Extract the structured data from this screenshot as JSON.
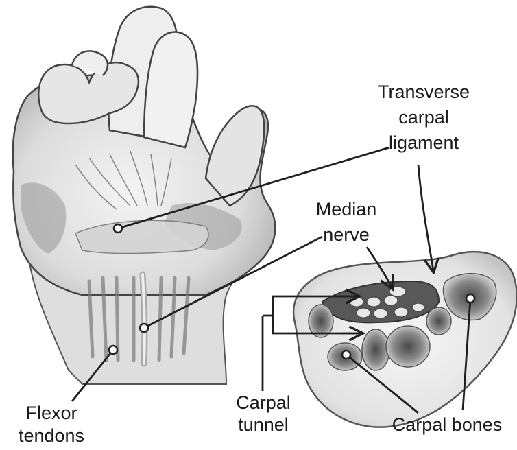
{
  "labels": {
    "transverse_carpal_ligament": [
      "Transverse",
      "carpal",
      "ligament"
    ],
    "median_nerve": [
      "Median",
      "nerve"
    ],
    "flexor_tendons": [
      "Flexor",
      "tendons"
    ],
    "carpal_tunnel": [
      "Carpal",
      "tunnel"
    ],
    "carpal_bones": "Carpal bones"
  },
  "colors": {
    "line": "#1f1f1f",
    "hand_fill": "#e9e9e9",
    "hand_shade": "#bcbcbc",
    "bone_dark": "#6a6a6a",
    "background": "#ffffff"
  },
  "illustration": {
    "subjects": [
      "hand-palm-icon",
      "wrist-cross-section-icon"
    ]
  }
}
